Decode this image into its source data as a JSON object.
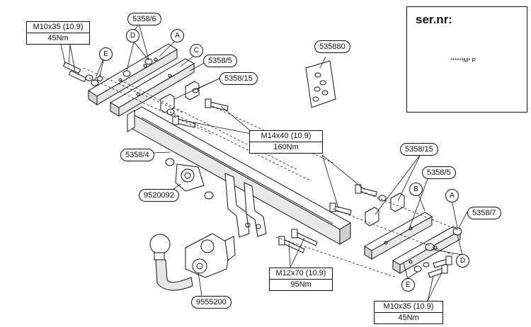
{
  "bolt_specs": {
    "top_left": {
      "size": "M10x35 (10.9)",
      "torque": "45Nm"
    },
    "center": {
      "size": "M14x40 (10.9)",
      "torque": "160Nm"
    },
    "ball_mount": {
      "size": "M12x70 (10.9)",
      "torque": "95Nm"
    },
    "bottom_right": {
      "size": "M10x35 (10.9)",
      "torque": "45Nm"
    }
  },
  "part_numbers": {
    "p_5358_6": "5358/6",
    "p_5358_5_top": "5358/5",
    "p_5358_15_top": "5358/15",
    "p_535880": "535880",
    "p_5358_4": "5358/4",
    "p_9520092": "9520092",
    "p_5358_15_right": "5358/15",
    "p_5358_5_right": "5358/5",
    "p_5358_7": "5358/7",
    "p_9555200": "9555200"
  },
  "callouts": {
    "A": "A",
    "B": "B",
    "C": "C",
    "D": "D",
    "E": "E"
  },
  "serial": {
    "title": "ser.nr:",
    "plate_text": "******M* P"
  },
  "colors": {
    "line": "#111111",
    "fill": "#ffffff",
    "hatch": "#bdbdbd"
  }
}
